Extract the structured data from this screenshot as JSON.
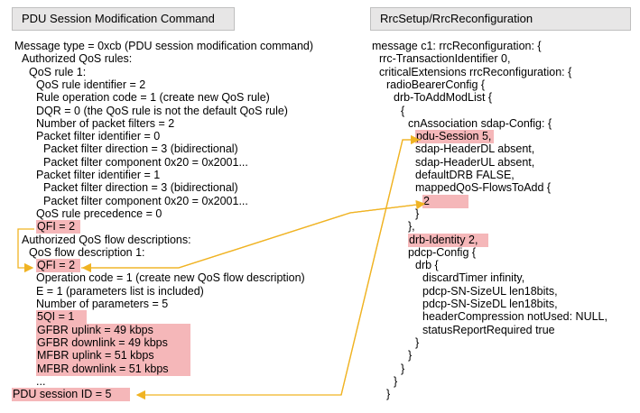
{
  "left_panel": {
    "title": "PDU Session Modification Command",
    "lines": [
      {
        "text": "Message type = 0xcb (PDU session modification command)",
        "indent": 0
      },
      {
        "text": "Authorized QoS rules:",
        "indent": 1
      },
      {
        "text": "QoS rule 1:",
        "indent": 2
      },
      {
        "text": "QoS rule identifier = 2",
        "indent": 3
      },
      {
        "text": "Rule operation code = 1 (create new QoS rule)",
        "indent": 3
      },
      {
        "text": "DQR = 0 (the QoS rule is not the default QoS rule)",
        "indent": 3
      },
      {
        "text": "Number of packet filters = 2",
        "indent": 3
      },
      {
        "text": "Packet filter identifier = 0",
        "indent": 3
      },
      {
        "text": "Packet filter direction = 3 (bidirectional)",
        "indent": 4
      },
      {
        "text": "Packet filter component 0x20 = 0x2001...",
        "indent": 4
      },
      {
        "text": "Packet filter identifier = 1",
        "indent": 3
      },
      {
        "text": "Packet filter direction = 3 (bidirectional)",
        "indent": 4
      },
      {
        "text": "Packet filter component 0x20 = 0x2001...",
        "indent": 4
      },
      {
        "text": "QoS rule precedence = 0",
        "indent": 3
      },
      {
        "text": "QFI = 2",
        "indent": 3,
        "highlight": true,
        "hl_width": 48
      },
      {
        "text": "Authorized QoS flow descriptions:",
        "indent": 1
      },
      {
        "text": "QoS flow description 1:",
        "indent": 2
      },
      {
        "text": "QFI = 2",
        "indent": 3,
        "highlight": true,
        "hl_width": 48
      },
      {
        "text": "Operation code = 1 (create new QoS flow description)",
        "indent": 3
      },
      {
        "text": "E = 1 (parameters list is included)",
        "indent": 3
      },
      {
        "text": "Number of parameters = 5",
        "indent": 3
      },
      {
        "text": "5QI = 1",
        "indent": 3,
        "highlight": true,
        "hl_width": 55
      },
      {
        "text": "GFBR uplink = 49 kbps",
        "indent": 3,
        "highlight": true,
        "hl_width": 170
      },
      {
        "text": "GFBR downlink = 49 kbps",
        "indent": 3,
        "highlight": true,
        "hl_width": 170
      },
      {
        "text": "MFBR uplink = 51 kbps",
        "indent": 3,
        "highlight": true,
        "hl_width": 170
      },
      {
        "text": "MFBR downlink = 51 kbps",
        "indent": 3,
        "highlight": true,
        "hl_width": 170
      },
      {
        "text": "...",
        "indent": 3
      },
      {
        "text": "PDU session ID = 5",
        "indent": 0,
        "highlight": true,
        "hl_width": 130,
        "base": "edge"
      }
    ]
  },
  "right_panel": {
    "title": "RrcSetup/RrcReconfiguration",
    "lines": [
      {
        "text": "message c1: rrcReconfiguration: {",
        "indent": 0
      },
      {
        "text": "rrc-TransactionIdentifier 0,",
        "indent": 1
      },
      {
        "text": "criticalExtensions rrcReconfiguration: {",
        "indent": 1
      },
      {
        "text": "radioBearerConfig {",
        "indent": 2
      },
      {
        "text": "drb-ToAddModList {",
        "indent": 3
      },
      {
        "text": "{",
        "indent": 4
      },
      {
        "text": "cnAssociation sdap-Config: {",
        "indent": 5
      },
      {
        "text": "pdu-Session 5,",
        "indent": 6,
        "highlight": true,
        "hl_width": 86,
        "hl_chars": 13
      },
      {
        "text": "sdap-HeaderDL absent,",
        "indent": 6
      },
      {
        "text": "sdap-HeaderUL absent,",
        "indent": 6
      },
      {
        "text": "defaultDRB FALSE,",
        "indent": 6
      },
      {
        "text": "mappedQoS-FlowsToAdd {",
        "indent": 6
      },
      {
        "text": "2",
        "indent": 7,
        "highlight": true,
        "hl_width": 50
      },
      {
        "text": "}",
        "indent": 6
      },
      {
        "text": "},",
        "indent": 5
      },
      {
        "text": "drb-Identity 2,",
        "indent": 5,
        "highlight": true,
        "hl_width": 88,
        "hl_chars": 14
      },
      {
        "text": "pdcp-Config {",
        "indent": 5
      },
      {
        "text": "drb {",
        "indent": 6
      },
      {
        "text": "discardTimer infinity,",
        "indent": 7
      },
      {
        "text": "pdcp-SN-SizeUL len18bits,",
        "indent": 7
      },
      {
        "text": "pdcp-SN-SizeDL len18bits,",
        "indent": 7
      },
      {
        "text": "headerCompression notUsed: NULL,",
        "indent": 7
      },
      {
        "text": "statusReportRequired true",
        "indent": 7
      },
      {
        "text": "}",
        "indent": 6
      },
      {
        "text": "}",
        "indent": 5
      },
      {
        "text": "}",
        "indent": 4
      },
      {
        "text": "}",
        "indent": 3
      },
      {
        "text": "}",
        "indent": 2
      }
    ]
  },
  "colors": {
    "highlight": "#f5b7b9",
    "arrow": "#f0b323",
    "header_bg": "#e7e6e6"
  }
}
